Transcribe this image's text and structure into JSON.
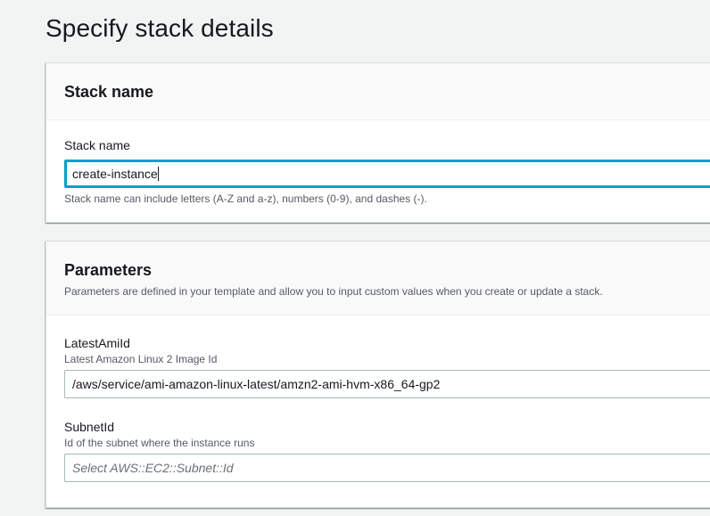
{
  "page": {
    "title": "Specify stack details"
  },
  "stack_panel": {
    "heading": "Stack name",
    "field": {
      "label": "Stack name",
      "value": "create-instance",
      "hint": "Stack name can include letters (A-Z and a-z), numbers (0-9), and dashes (-)."
    }
  },
  "parameters_panel": {
    "heading": "Parameters",
    "description": "Parameters are defined in your template and allow you to input custom values when you create or update a stack.",
    "fields": [
      {
        "label": "LatestAmiId",
        "description": "Latest Amazon Linux 2 Image Id",
        "value": "/aws/service/ami-amazon-linux-latest/amzn2-ami-hvm-x86_64-gp2"
      },
      {
        "label": "SubnetId",
        "description": "Id of the subnet where the instance runs",
        "value": "",
        "placeholder": "Select AWS::EC2::Subnet::Id"
      }
    ]
  },
  "colors": {
    "background": "#f2f3f3",
    "focus_border": "#00a1c9",
    "text_primary": "#16191f",
    "text_secondary": "#545b64"
  }
}
